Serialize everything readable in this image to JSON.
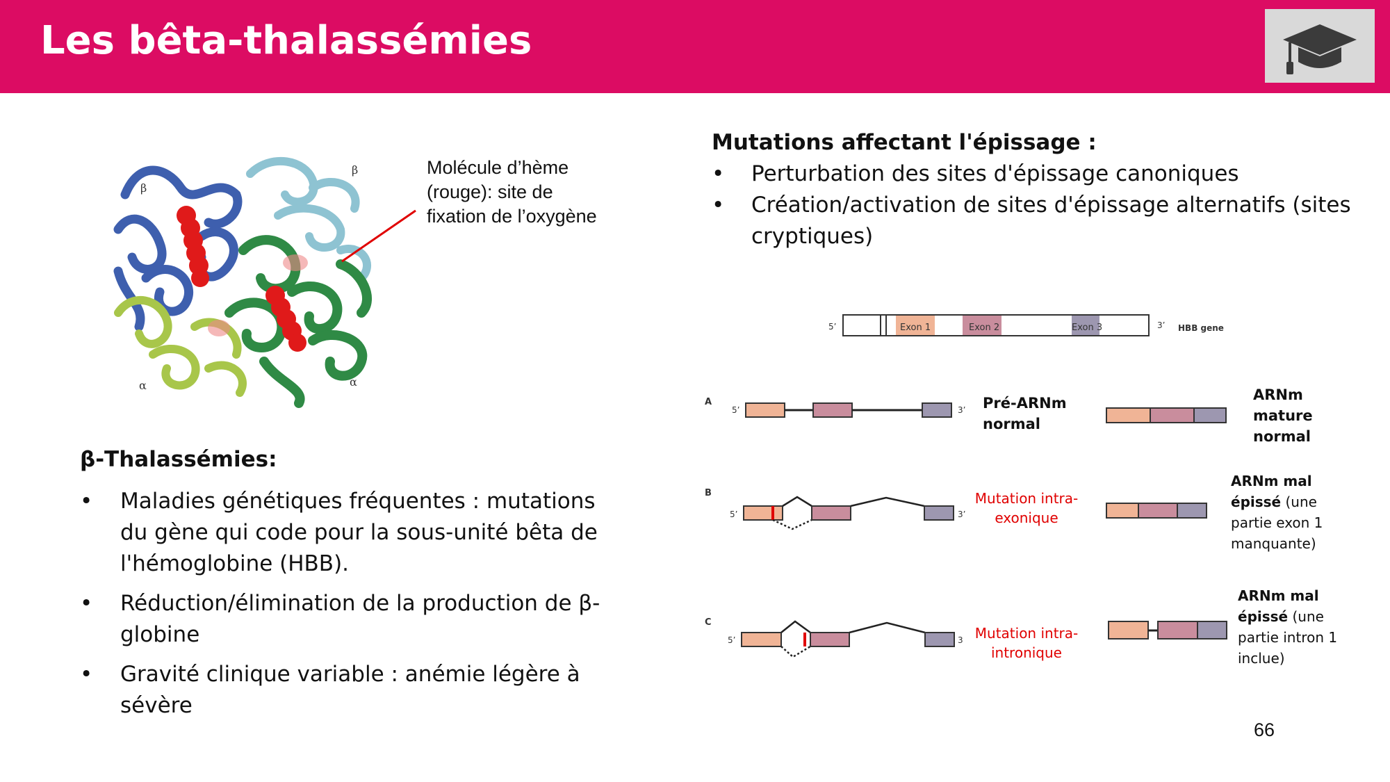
{
  "slide": {
    "title": "Les bêta-thalassémies",
    "page_number": "66",
    "accent_color": "#dc0c63",
    "icon": "graduation-cap-icon"
  },
  "protein": {
    "chain_labels": [
      "β",
      "β",
      "α",
      "α"
    ],
    "callout": [
      "Molécule d’hème",
      "(rouge): site de",
      "fixation de l’oxygène"
    ]
  },
  "left": {
    "heading": "β-Thalassémies:",
    "bullets": [
      "Maladies génétiques fréquentes : mutations du gène qui code pour la sous-unité bêta de l'hémoglobine (HBB).",
      "Réduction/élimination de la production de β-globine",
      "Gravité clinique variable : anémie légère à sévère"
    ]
  },
  "right": {
    "heading": "Mutations affectant l'épissage :",
    "bullets": [
      "Perturbation des sites d'épissage canoniques",
      "Création/activation de sites d'épissage alternatifs (sites cryptiques)"
    ]
  },
  "diagram": {
    "gene": {
      "five": "5’",
      "three": "3’",
      "exons": [
        "Exon 1",
        "Exon 2",
        "Exon 3"
      ],
      "name": "HBB gene"
    },
    "rows": [
      {
        "letter": "A",
        "five": "5’",
        "three": "3’",
        "middle_bold": "Pré-ARNm",
        "middle_bold2": "normal",
        "result_bold": [
          "ARNm",
          "mature",
          "normal"
        ]
      },
      {
        "letter": "B",
        "five": "5’",
        "three": "3’",
        "middle_red": [
          "Mutation intra-",
          "exonique"
        ],
        "result_bold": [
          "ARNm mal",
          "épissé"
        ],
        "result_normal": [
          "(une",
          "partie exon 1",
          "manquante)"
        ]
      },
      {
        "letter": "C",
        "five": "5’",
        "three": "3",
        "middle_red": [
          "Mutation intra-",
          "intronique"
        ],
        "result_bold": [
          "ARNm mal",
          "épissé"
        ],
        "result_normal": [
          "(une",
          "partie intron 1",
          "inclue)"
        ]
      }
    ],
    "colors": {
      "exon1": "#f0b496",
      "exon2": "#c98d9d",
      "exon3": "#9d97b0",
      "mutation": "#e00000"
    }
  }
}
